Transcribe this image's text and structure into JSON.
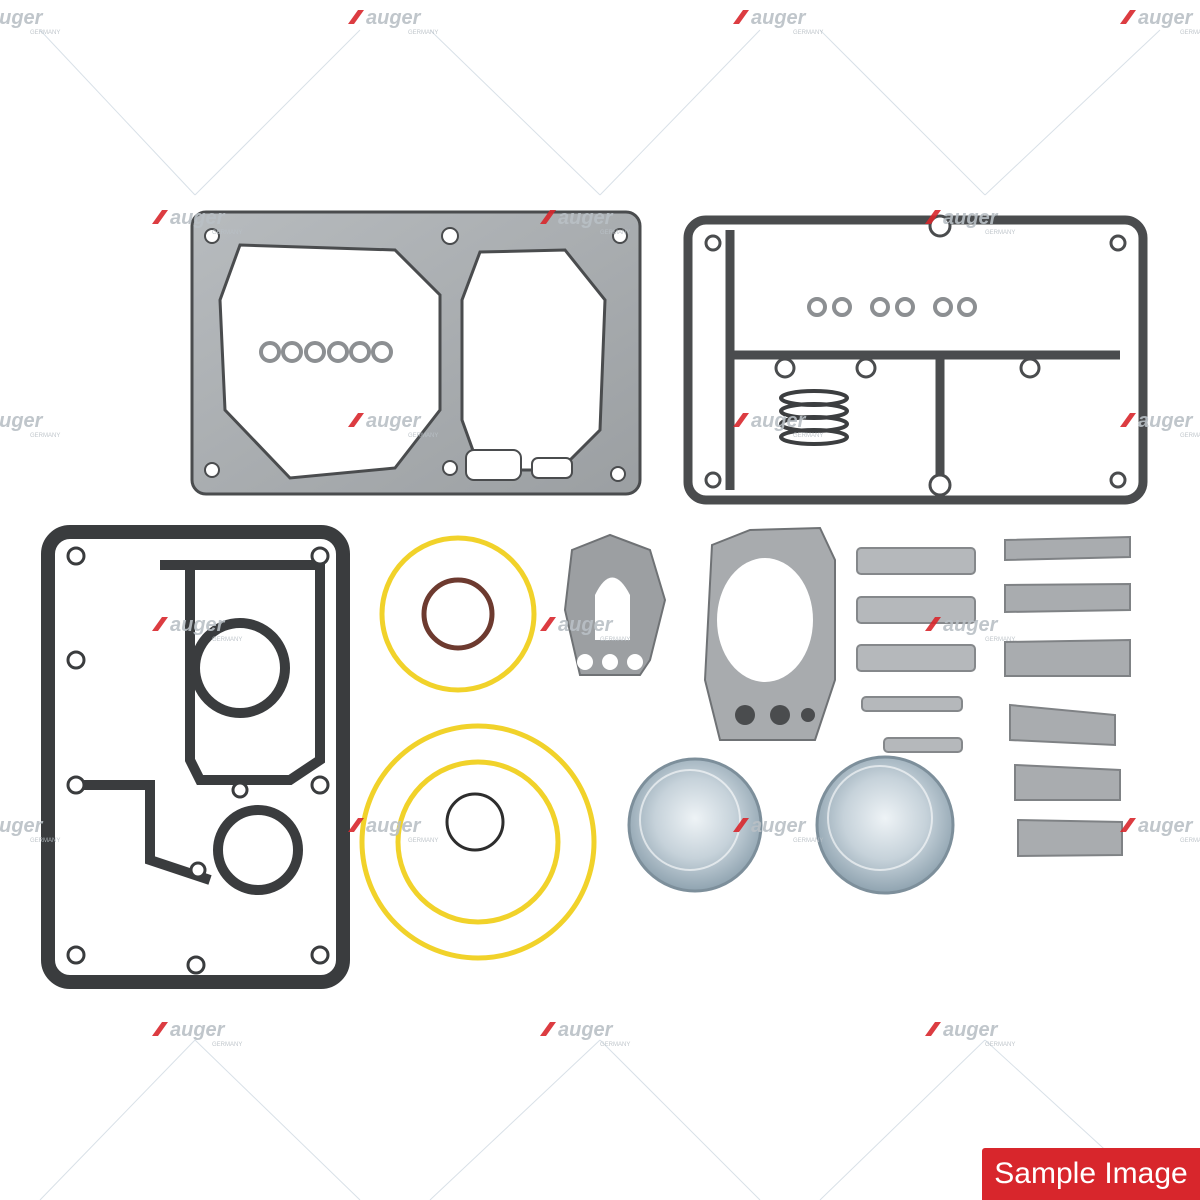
{
  "watermark": {
    "brand": "auger",
    "sub": "GERMANY",
    "brand_color": "#d8262c",
    "text_color": "#b9c0c6"
  },
  "badge": {
    "label": "Sample Image"
  },
  "parts": {
    "gasket_color": "#5a5b5e",
    "gasket_fill": "#8e9193",
    "oring_color": "#f1d22a",
    "small_ring_color": "#6d3a2f",
    "metal_color": "#c9d4dc"
  }
}
